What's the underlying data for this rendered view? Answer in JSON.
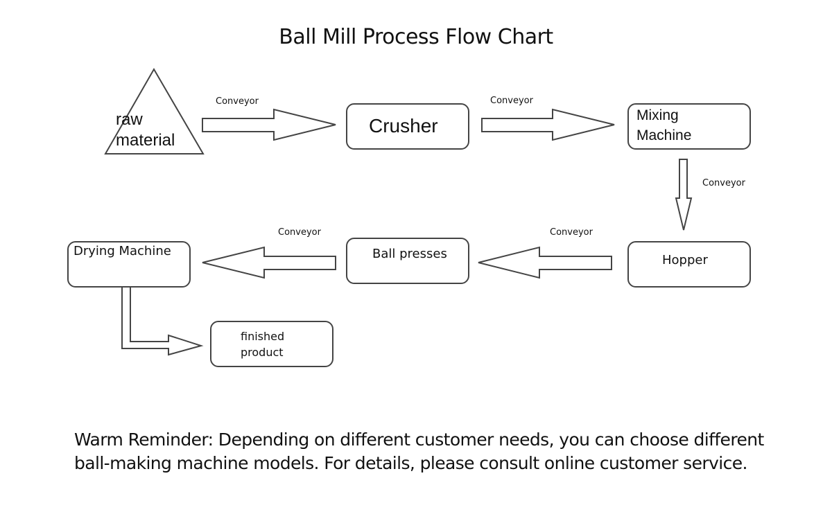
{
  "title": "Ball Mill Process Flow Chart",
  "nodes": {
    "raw_material": {
      "line1": "raw",
      "line2": "material"
    },
    "crusher": "Crusher",
    "mixing_machine": {
      "line1": "Mixing",
      "line2": "Machine"
    },
    "hopper": "Hopper",
    "ball_presses": "Ball presses",
    "drying_machine": "Drying Machine",
    "finished_product": {
      "line1": "finished",
      "line2": "product"
    }
  },
  "connectors": {
    "c1": "Conveyor",
    "c2": "Conveyor",
    "c3": "Conveyor",
    "c4": "Conveyor",
    "c5": "Conveyor"
  },
  "reminder": {
    "line1": "Warm Reminder: Depending on different customer needs, you can choose different",
    "line2": "ball-making machine models. For details, please consult online customer service."
  }
}
